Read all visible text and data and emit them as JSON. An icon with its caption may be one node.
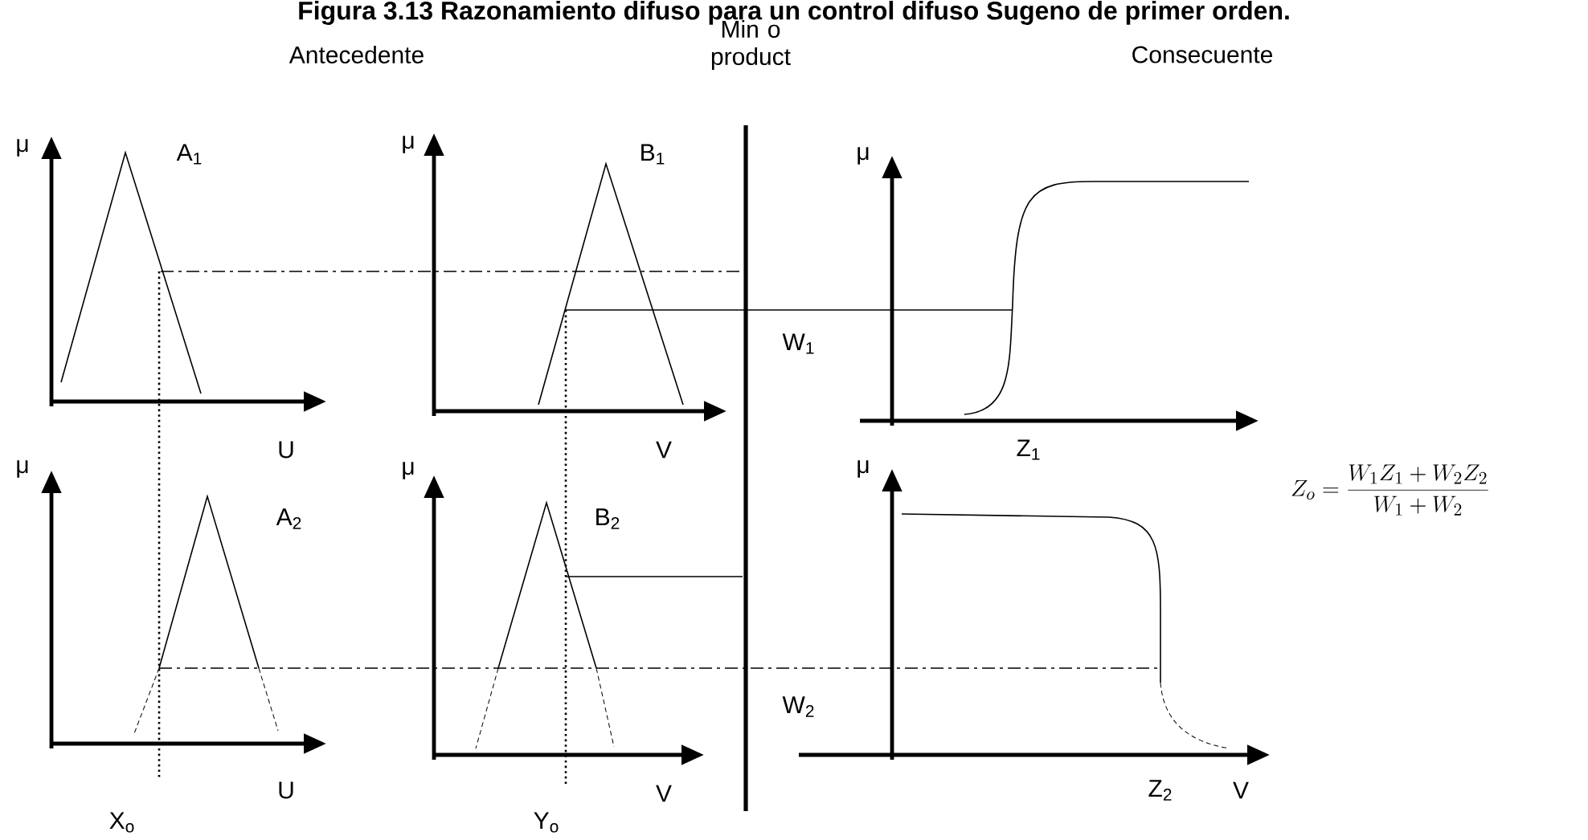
{
  "diagram": {
    "title": "Figura 3.13 Razonamiento difuso para un control difuso Sugeno de primer orden.",
    "labels": [
      "Antecedente",
      "Min o product",
      "Consecuente",
      "μ",
      "A$_{1}$",
      "μ",
      "B$_{1}$",
      "μ",
      "W$_{1}$",
      "U",
      "V",
      "Z$_{1}$",
      "Z_o = \\frac{W_1 Z_1 + W_2 Z_2}{W_1 + W_2}",
      "μ",
      "A$_{2}$",
      "μ",
      "B$_{2}$",
      "μ",
      "W$_{2}$",
      "U",
      "X$_{o}$",
      "Y$_{o}$",
      "V",
      "Z$_{2}$",
      "V"
    ]
  }
}
